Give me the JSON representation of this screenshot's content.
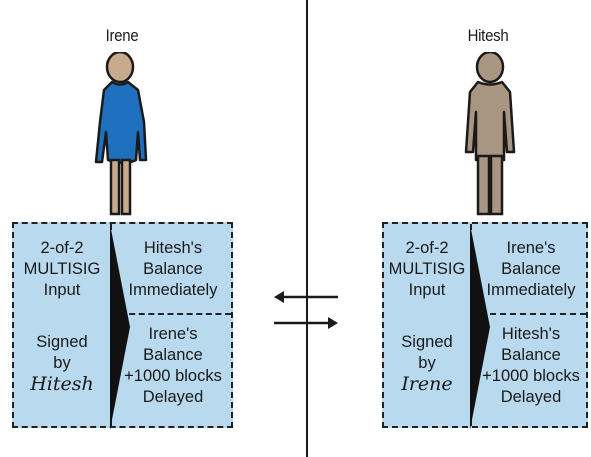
{
  "left_party": {
    "name": "Irene",
    "input_label": [
      "2-of-2",
      "MULTISIG",
      "Input"
    ],
    "signed_label": [
      "Signed",
      "by"
    ],
    "signature": "Hitesh",
    "top_output": [
      "Hitesh's",
      "Balance",
      "Immediately"
    ],
    "bottom_output": [
      "Irene's",
      "Balance",
      "+1000 blocks",
      "Delayed"
    ]
  },
  "right_party": {
    "name": "Hitesh",
    "input_label": [
      "2-of-2",
      "MULTISIG",
      "Input"
    ],
    "signed_label": [
      "Signed",
      "by"
    ],
    "signature": "Irene",
    "top_output": [
      "Irene's",
      "Balance",
      "Immediately"
    ],
    "bottom_output": [
      "Hitesh's",
      "Balance",
      "+1000 blocks",
      "Delayed"
    ]
  },
  "colors": {
    "box_fill": "#b9d9ef",
    "irene_dress": "#1f6fbf",
    "skin": "#c8ab8c",
    "hitesh_body": "#a99682"
  }
}
